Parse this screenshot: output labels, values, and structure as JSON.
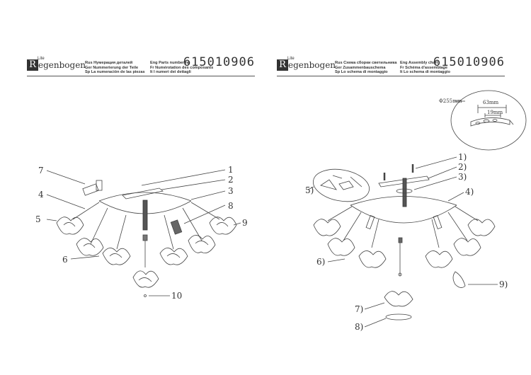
{
  "brand": {
    "name": "egenbogen",
    "initial": "R",
    "tag": "Lite"
  },
  "product_code": "615010906",
  "left_sheet": {
    "header_lines_a": [
      "Rus Нумерация деталей",
      "Ger Nummerierung der Teile",
      "Sp La numeración de las piezas"
    ],
    "header_lines_b": [
      "Eng Parts numbering",
      "Fr Numérotation des composants",
      "It I numeri dei dettagli"
    ],
    "callouts": [
      "1",
      "2",
      "3",
      "4",
      "5",
      "6",
      "7",
      "8",
      "9",
      "10"
    ]
  },
  "right_sheet": {
    "header_lines_a": [
      "Rus Схема сборки светильника",
      "Ger Zusammenbauschema",
      "Sp Lo schema di montaggio"
    ],
    "header_lines_b": [
      "Eng Assembly chart",
      "Fr Schéma d'assemblage",
      "It Lo schema di montaggio"
    ],
    "callouts": [
      "1)",
      "2)",
      "3)",
      "4)",
      "5)",
      "6)",
      "7)",
      "8)",
      "9)"
    ],
    "dimensions": {
      "diameter": "Φ255mm",
      "width_a": "63mm",
      "width_b": "19mm"
    }
  }
}
